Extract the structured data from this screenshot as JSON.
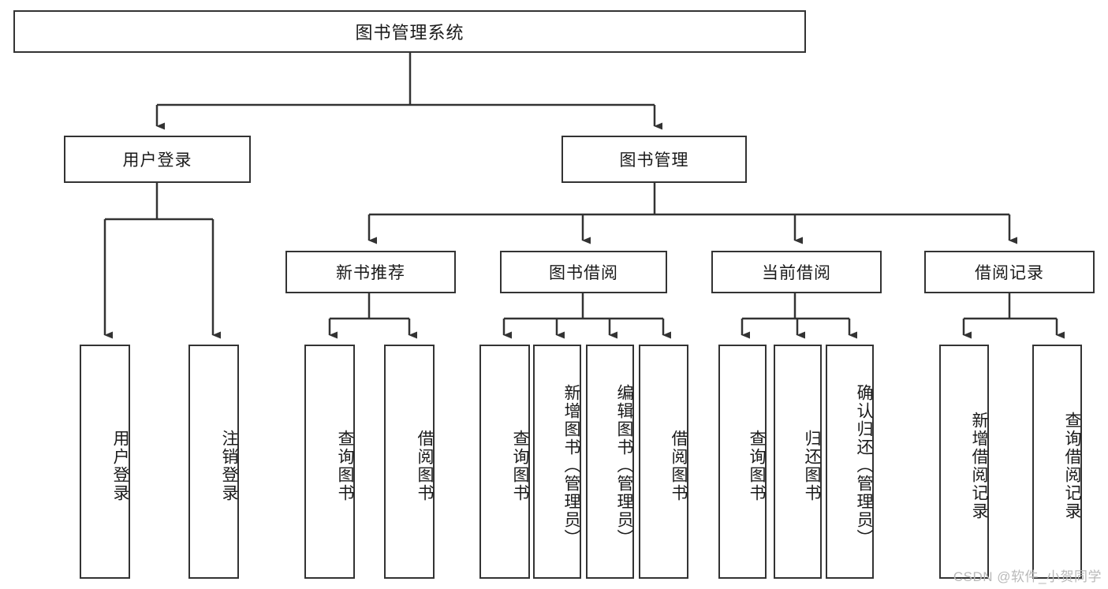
{
  "diagram": {
    "title": "图书管理系统",
    "type": "hierarchy-tree",
    "watermark": "CSDN @软件_小贺同学",
    "colors": {
      "background": "#ffffff",
      "stroke": "#333333",
      "text": "#1a1a1a",
      "watermark": "#b9b9b9"
    },
    "nodes": {
      "root": {
        "label": "图书管理系统"
      },
      "level1": [
        {
          "id": "user-login",
          "label": "用户登录"
        },
        {
          "id": "book-manage",
          "label": "图书管理"
        }
      ],
      "level2": [
        {
          "id": "new-book-rec",
          "label": "新书推荐"
        },
        {
          "id": "book-borrow",
          "label": "图书借阅"
        },
        {
          "id": "current-borrow",
          "label": "当前借阅"
        },
        {
          "id": "borrow-record",
          "label": "借阅记录"
        }
      ],
      "leaves": {
        "user-login": [
          {
            "id": "leaf-user-login",
            "label": "用户登录"
          },
          {
            "id": "leaf-logout-login",
            "label": "注销登录"
          }
        ],
        "new-book-rec": [
          {
            "id": "leaf-query-book-1",
            "label": "查询图书"
          },
          {
            "id": "leaf-borrow-book-1",
            "label": "借阅图书"
          }
        ],
        "book-borrow": [
          {
            "id": "leaf-query-book-2",
            "label": "查询图书"
          },
          {
            "id": "leaf-add-book",
            "label": "新增图书（管理员）"
          },
          {
            "id": "leaf-edit-book",
            "label": "编辑图书（管理员）"
          },
          {
            "id": "leaf-borrow-book-2",
            "label": "借阅图书"
          }
        ],
        "current-borrow": [
          {
            "id": "leaf-query-book-3",
            "label": "查询图书"
          },
          {
            "id": "leaf-return-book",
            "label": "归还图书"
          },
          {
            "id": "leaf-confirm-return",
            "label": "确认归还（管理员）"
          }
        ],
        "borrow-record": [
          {
            "id": "leaf-add-record",
            "label": "新增借阅记录"
          },
          {
            "id": "leaf-query-record",
            "label": "查询借阅记录"
          }
        ]
      }
    }
  }
}
